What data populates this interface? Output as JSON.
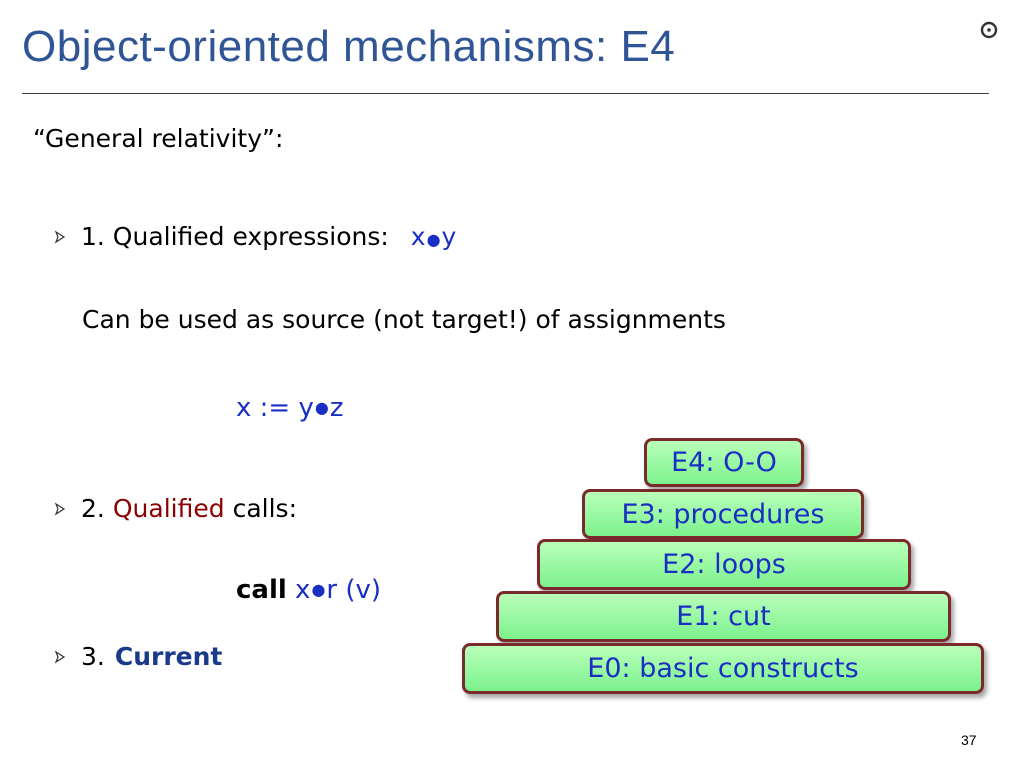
{
  "slide": {
    "title": "Object-oriented mechanisms: E4",
    "intro": "“General relativity”:",
    "bullet1": {
      "prefix": "1. Qualified expressions:",
      "code_x": "x",
      "code_y": "y"
    },
    "subline": "Can be used as source (not target!) of assignments",
    "assignment": {
      "lhs": "x",
      "op": ":=",
      "y": "y",
      "z": "z"
    },
    "bullet2": {
      "prefix": "2.",
      "emph": "Qualified",
      "suffix": "calls:"
    },
    "call_line": {
      "keyword": "call",
      "x": "x",
      "r": "r",
      "args": "(v)"
    },
    "bullet3": {
      "prefix": "3.",
      "keyword": "Current"
    },
    "page_number": "37"
  },
  "pyramid": {
    "levels": [
      "E4: O-O",
      "E3: procedures",
      "E2: loops",
      "E1: cut",
      "E0: basic constructs"
    ]
  },
  "colors": {
    "title": "#2f5597",
    "code": "#1a2ec4",
    "emphasis": "#8b0000",
    "box_fill": "#9ff7a8",
    "box_border": "#7a2a2a"
  }
}
